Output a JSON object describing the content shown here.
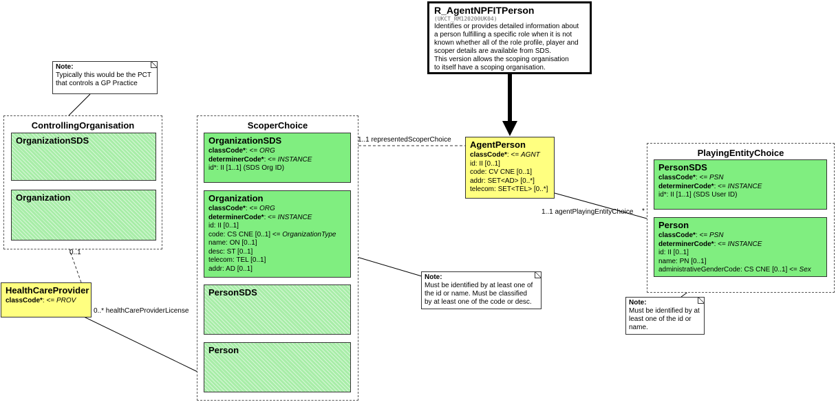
{
  "entry_point": {
    "title": "R_AgentNPFITPerson",
    "code": "(UKCT_RM120200UK04)",
    "description": [
      "Identifies or provides detailed information about",
      "a person fulfilling a specific role when it is not",
      "known whether all of the role profile, player and",
      "scoper details are available from SDS.",
      "This version allows the scoping organisation",
      "to itself have a scoping organisation."
    ]
  },
  "agent_person": {
    "title": "AgentPerson",
    "attrs": [
      {
        "name": "classCode*",
        "sep": ": <= ",
        "value": "AGNT",
        "italic": true
      },
      {
        "name": "",
        "sep": "",
        "value": "id: II [0..1]",
        "italic": false
      },
      {
        "name": "",
        "sep": "",
        "value": "code: CV CNE [0..1]",
        "italic": false
      },
      {
        "name": "",
        "sep": "",
        "value": "addr: SET<AD> [0..*]",
        "italic": false
      },
      {
        "name": "",
        "sep": "",
        "value": "telecom: SET<TEL> [0..*]",
        "italic": false
      }
    ]
  },
  "controlling_org": {
    "title": "ControllingOrganisation",
    "org_sds": "OrganizationSDS",
    "org": "Organization"
  },
  "note_pct": {
    "title": "Note:",
    "lines": [
      "Typically this would be the PCT",
      "that controls a GP Practice"
    ]
  },
  "healthcare_provider": {
    "title": "HealthCareProvider",
    "attr_name": "classCode*",
    "attr_sep": ": <= ",
    "attr_value": "PROV"
  },
  "scoper_choice": {
    "title": "ScoperChoice",
    "org_sds": {
      "title": "OrganizationSDS",
      "l1_name": "classCode*",
      "l1_sep": ": <= ",
      "l1_value": "ORG",
      "l2_name": "determinerCode*",
      "l2_sep": ": <= ",
      "l2_value": "INSTANCE",
      "l3": "id*: II [1..1] (SDS Org ID)"
    },
    "org": {
      "title": "Organization",
      "l1_name": "classCode*",
      "l1_sep": ": <= ",
      "l1_value": "ORG",
      "l2_name": "determinerCode*",
      "l2_sep": ": <= ",
      "l2_value": "INSTANCE",
      "l3": "id: II [0..1]",
      "l4_pre": "code: CS CNE [0..1] <= ",
      "l4_value": "OrganizationType",
      "l5": "name: ON [0..1]",
      "l6": "desc: ST [0..1]",
      "l7": "telecom: TEL [0..1]",
      "l8": "addr: AD [0..1]"
    },
    "person_sds": "PersonSDS",
    "person": "Person"
  },
  "note_org": {
    "title": "Note:",
    "lines": [
      "Must be identified by at least one of",
      "the id or name.  Must be classified",
      "by at least one of the code or desc."
    ]
  },
  "playing_entity": {
    "title": "PlayingEntityChoice",
    "person_sds": {
      "title": "PersonSDS",
      "l1_name": "classCode*",
      "l1_sep": ": <= ",
      "l1_value": "PSN",
      "l2_name": "determinerCode*",
      "l2_sep": ": <= ",
      "l2_value": "INSTANCE",
      "l3": "id*: II [1..1] (SDS User ID)"
    },
    "person": {
      "title": "Person",
      "l1_name": "classCode*",
      "l1_sep": ": <= ",
      "l1_value": "PSN",
      "l2_name": "determinerCode*",
      "l2_sep": ": <= ",
      "l2_value": "INSTANCE",
      "l3": "id: II [0..1]",
      "l4": "name: PN [0..1]",
      "l5_pre": "administrativeGenderCode: CS CNE [0..1] <= ",
      "l5_value": "Sex"
    }
  },
  "note_person": {
    "title": "Note:",
    "lines": [
      "Must be identified by at",
      "least one of the id or",
      "name."
    ]
  },
  "labels": {
    "represented_scoper": "1..1 representedScoperChoice",
    "agent_playing": "1..1 agentPlayingEntityChoice",
    "agent_playing_mult": "*",
    "hcp_mult": "0..1",
    "hcp_license": "0..* healthCareProviderLicense"
  }
}
